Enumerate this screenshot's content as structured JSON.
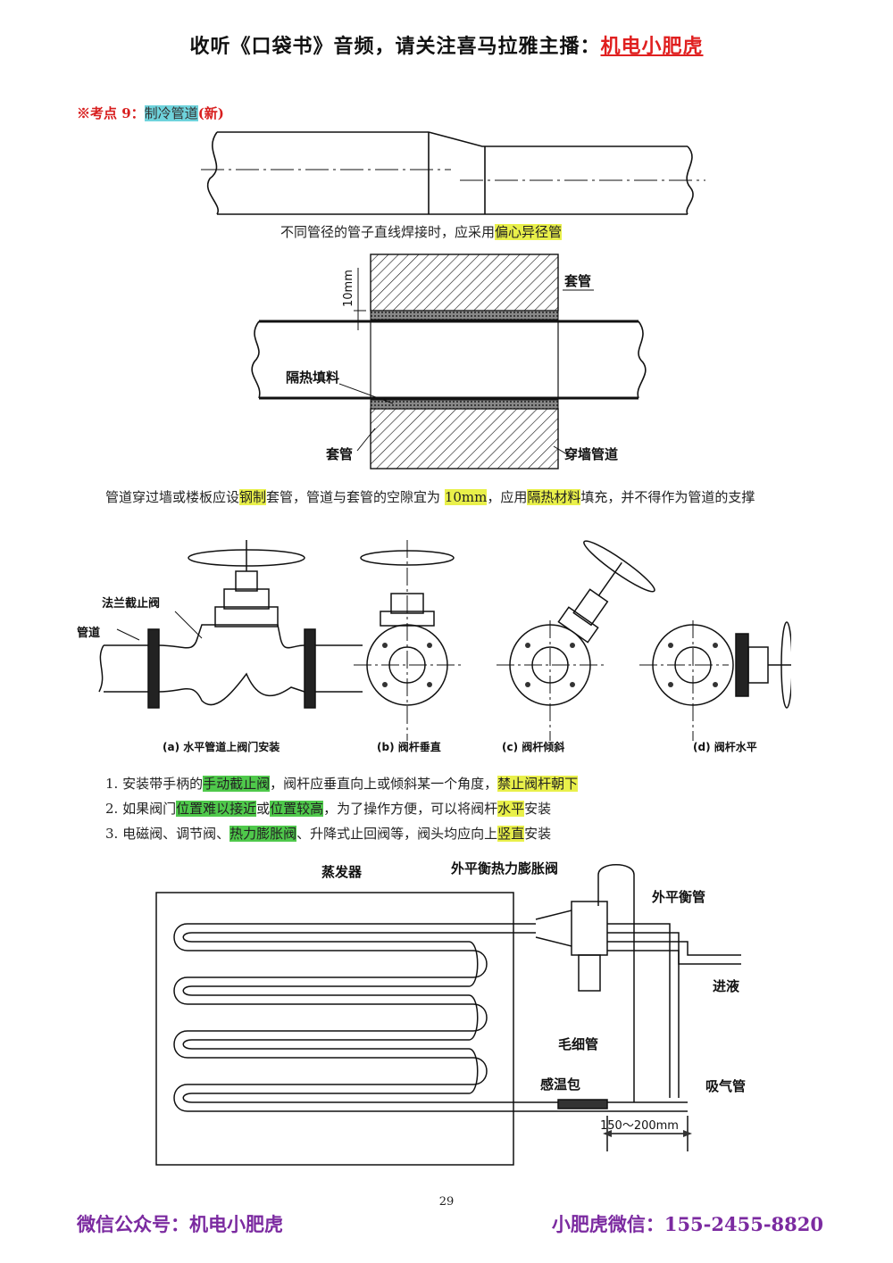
{
  "header": {
    "prefix": "收听《口袋书》音频，请关注喜马拉雅主播：",
    "brand": "机电小肥虎"
  },
  "section": {
    "marker": "※考点 9：",
    "topic": "制冷管道",
    "tag": "(新)"
  },
  "weld_caption": {
    "text": "不同管径的管子直线焊接时，应采用",
    "highlight": "偏心异径管"
  },
  "wall_figure": {
    "label_sleeve_top": "套管",
    "label_gap": "10mm",
    "label_insulation": "隔热填料",
    "label_sleeve_bottom": "套管",
    "label_through_pipe": "穿墙管道"
  },
  "wall_paragraph": {
    "p1": "管道穿过墙或楼板应设",
    "h1": "钢制",
    "p2": "套管，管道与套管的空隙宜为 ",
    "h2": "10mm",
    "p3": "，应用",
    "h3": "隔热材料",
    "p4": "填充，并不得作为管道的支撑"
  },
  "valve_figure": {
    "label_flange_valve": "法兰截止阀",
    "label_pipe": "管道",
    "caption_a": "(a) 水平管道上阀门安装",
    "caption_b": "(b) 阀杆垂直",
    "caption_c": "(c) 阀杆倾斜",
    "caption_d": "(d) 阀杆水平"
  },
  "valve_rules": [
    {
      "a": "1. 安装带手柄的",
      "g": "手动截止阀",
      "b": "，阀杆应垂直向上或倾斜某一个角度，",
      "y": "禁止阀杆朝下",
      "c": ""
    },
    {
      "a": "2. 如果阀门",
      "g": "位置难以接近",
      "b": "或",
      "g2": "位置较高",
      "c": "，为了操作方便，可以将阀杆",
      "y": "水平",
      "d": "安装"
    },
    {
      "a": "3. 电磁阀、调节阀、",
      "g": "热力膨胀阀",
      "b": "、升降式止回阀等，阀头均应向上",
      "y": "竖直",
      "c": "安装"
    }
  ],
  "evaporator_figure": {
    "label_evaporator": "蒸发器",
    "label_expansion_valve": "外平衡热力膨胀阀",
    "label_balance_pipe": "外平衡管",
    "label_liquid_in": "进液",
    "label_capillary": "毛细管",
    "label_bulb": "感温包",
    "label_suction": "吸气管",
    "label_distance": "150～200mm"
  },
  "page_number": "29",
  "footer": {
    "left": "微信公众号：机电小肥虎",
    "right": "小肥虎微信：155-2455-8820"
  },
  "colors": {
    "brand_red": "#e02020",
    "footer_purple": "#7b2aa0",
    "highlight_yellow": "#e9f04a",
    "highlight_green": "#4fc94b",
    "highlight_cyan": "#6fd3dc"
  }
}
